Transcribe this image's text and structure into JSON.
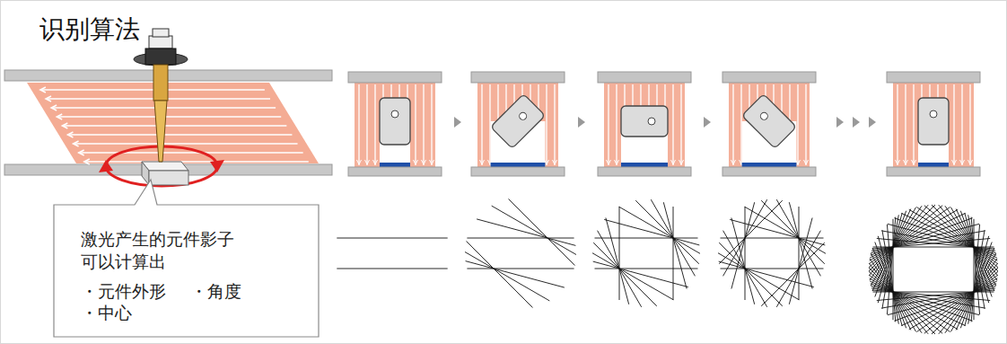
{
  "diagram": {
    "title": "识别算法",
    "nodes": [
      {
        "text": [
          "激光产生的元件影子 可以计算出",
          "・元件外形",
          "・角度",
          "・中心"
        ]
      }
    ]
  }
}
